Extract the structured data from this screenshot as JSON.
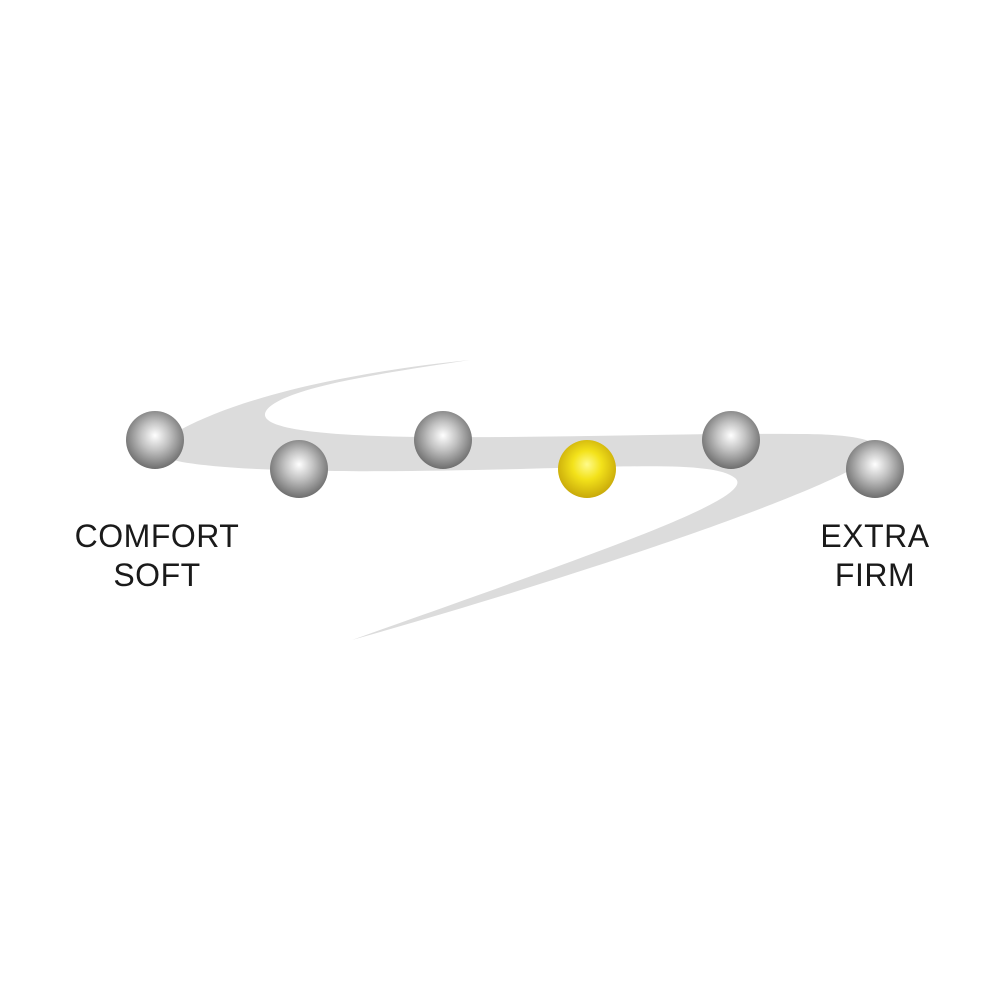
{
  "scale": {
    "levels": 6,
    "selected_level": 4,
    "selected_color": "#f2df10",
    "unselected_color": "#8f8f8f",
    "swoosh_color": "#dcdcdc"
  },
  "labels": {
    "soft": {
      "line1": "COMFORT",
      "line2": "SOFT"
    },
    "firm": {
      "line1": "EXTRA",
      "line2": "FIRM"
    }
  }
}
